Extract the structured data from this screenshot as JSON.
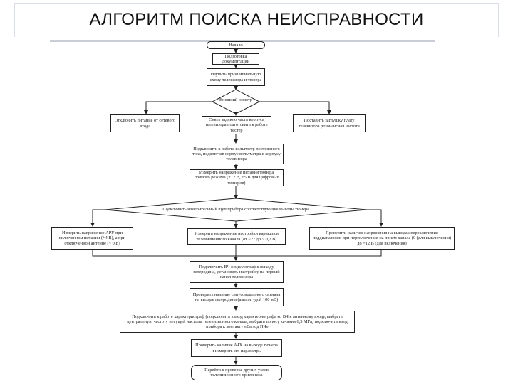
{
  "slide": {
    "title": "АЛГОРИТМ ПОИСКА НЕИСПРАВНОСТИ"
  },
  "flowchart": {
    "start": "Начало",
    "n1": "Подготовка документации",
    "n2": "Изучить принципиальную схему телевизора и тюнера",
    "d1": "Внешний осмотр",
    "b_left": "Отключить питание от сетевого входа",
    "b_mid": "Снять заднюю часть корпуса телевизора подготовить к работе тестер",
    "b_right": "Поставить заглушку плату телевизора резонансная частота",
    "n3": "Подключить к работе вольтметр постоянного тока, подключив корпус вольтметра к корпусу телевизора",
    "n4": "Измерить напряжение питания тюнера прямого режима (+12 В, +5 В для цифровых тюнеров)",
    "d2": "Подключить измерительный щуп прибора соответствующие выводы тюнера",
    "c_left": "Измерить напряжение АРУ при включенном питании (+4 В), а при отключенной антенне (~ 0 В)",
    "c_mid": "Измерить напряжение настройки варикапов телевизионного канала (от ~27 до ~ 0,2 В)",
    "c_right": "Проверить наличие напряжения на выводах переключения поддиапазонов при переключении на прием канала (0 (для выключения) до +12 В (для включения)",
    "n5": "Подключить ВЧ осциллограф к выходу гетеродина, установить настройку на первый канал телевизора",
    "n6": "Проверить наличие синусоидального сигнала на выходе гетеродина (амплитудой 100 мВ)",
    "n7": "Подключить к работе характериограф (подключить выход характериографа ко ВЧ к антенному входу, выбрать центральную частоту несущей частоты телевизионного канала, выбрать полосу качания 6,5 МГц, подключить вход прибора к контакту «Выход ПЧ»",
    "n8": "Проверить наличие АЧХ на выходе тюнера и измерить его параметры",
    "end": "Перейти к проверке других узлов телевизионного приемника"
  }
}
